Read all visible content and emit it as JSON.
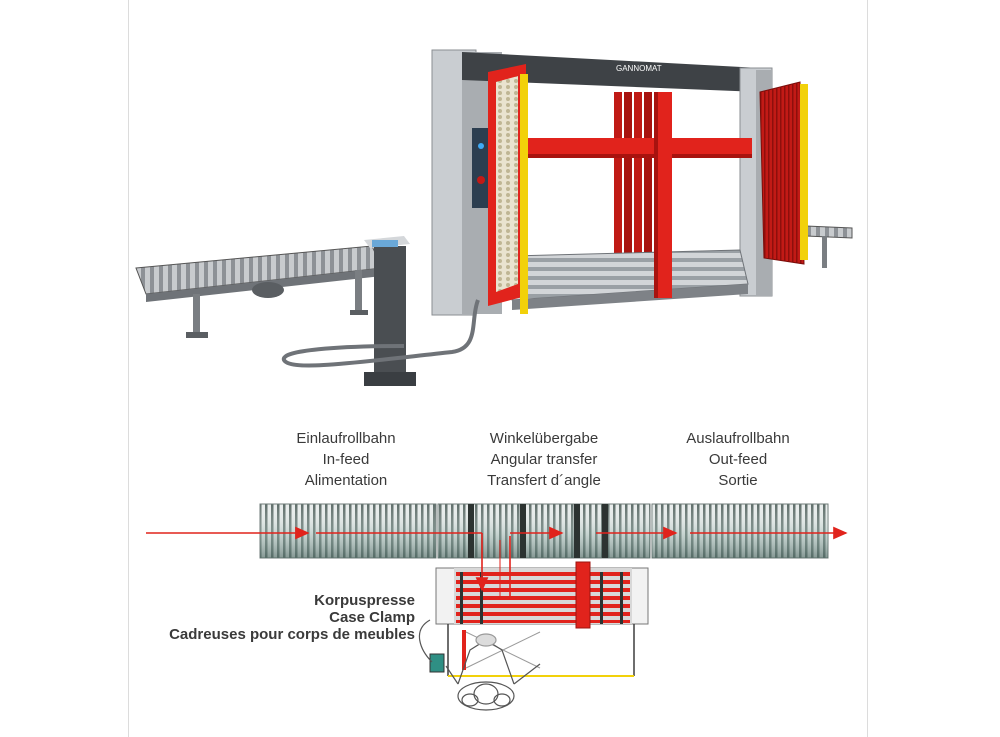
{
  "brand": {
    "logo_text": "GANNOMAT",
    "accent_red": "#e1231c",
    "accent_yellow": "#f2d10a",
    "frame_grey": "#b8bcc0"
  },
  "sections": {
    "infeed": [
      "Einlaufrollbahn",
      "In-feed",
      "Alimentation"
    ],
    "angular": [
      "Winkelübergabe",
      "Angular transfer",
      "Transfert d´angle"
    ],
    "outfeed": [
      "Auslaufrollbahn",
      "Out-feed",
      "Sortie"
    ]
  },
  "case_clamp": [
    "Korpuspresse",
    "Case Clamp",
    "Cadreuses pour corps de meubles"
  ]
}
